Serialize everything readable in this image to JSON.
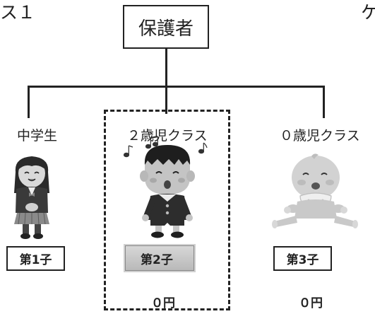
{
  "header": {
    "cut_left_text": "ス１",
    "cut_right_text": "ケ"
  },
  "guardian": {
    "label": "保護者"
  },
  "children": [
    {
      "class_label": "中学生",
      "rank_label": "第1子",
      "fee": ""
    },
    {
      "class_label": "２歳児クラス",
      "rank_label": "第2子",
      "fee": "０円"
    },
    {
      "class_label": "０歳児クラス",
      "rank_label": "第3子",
      "fee": "０円"
    }
  ],
  "icons": {
    "child1": "middle-school-girl-icon",
    "child2": "singing-boy-icon",
    "child3": "baby-icon"
  }
}
